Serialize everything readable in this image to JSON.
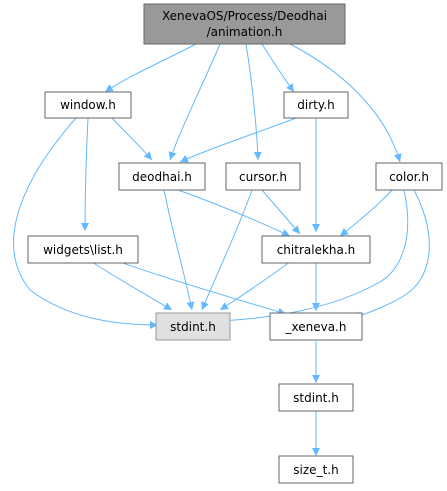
{
  "graph": {
    "title_line1": "XenevaOS/Process/Deodhai",
    "title_line2": "/animation.h",
    "nodes": {
      "root": "XenevaOS/Process/Deodhai/animation.h",
      "window": "window.h",
      "dirty": "dirty.h",
      "deodhai": "deodhai.h",
      "cursor": "cursor.h",
      "color": "color.h",
      "widgets_list": "widgets\\list.h",
      "chitralekha": "chitralekha.h",
      "stdint_main": "stdint.h",
      "xeneva": "_xeneva.h",
      "stdint2": "stdint.h",
      "size_t": "size_t.h"
    },
    "colors": {
      "edge": "#63b8ff",
      "root_fill": "#999999",
      "highlight_fill": "#e0e0e0",
      "node_border": "#666666"
    }
  }
}
